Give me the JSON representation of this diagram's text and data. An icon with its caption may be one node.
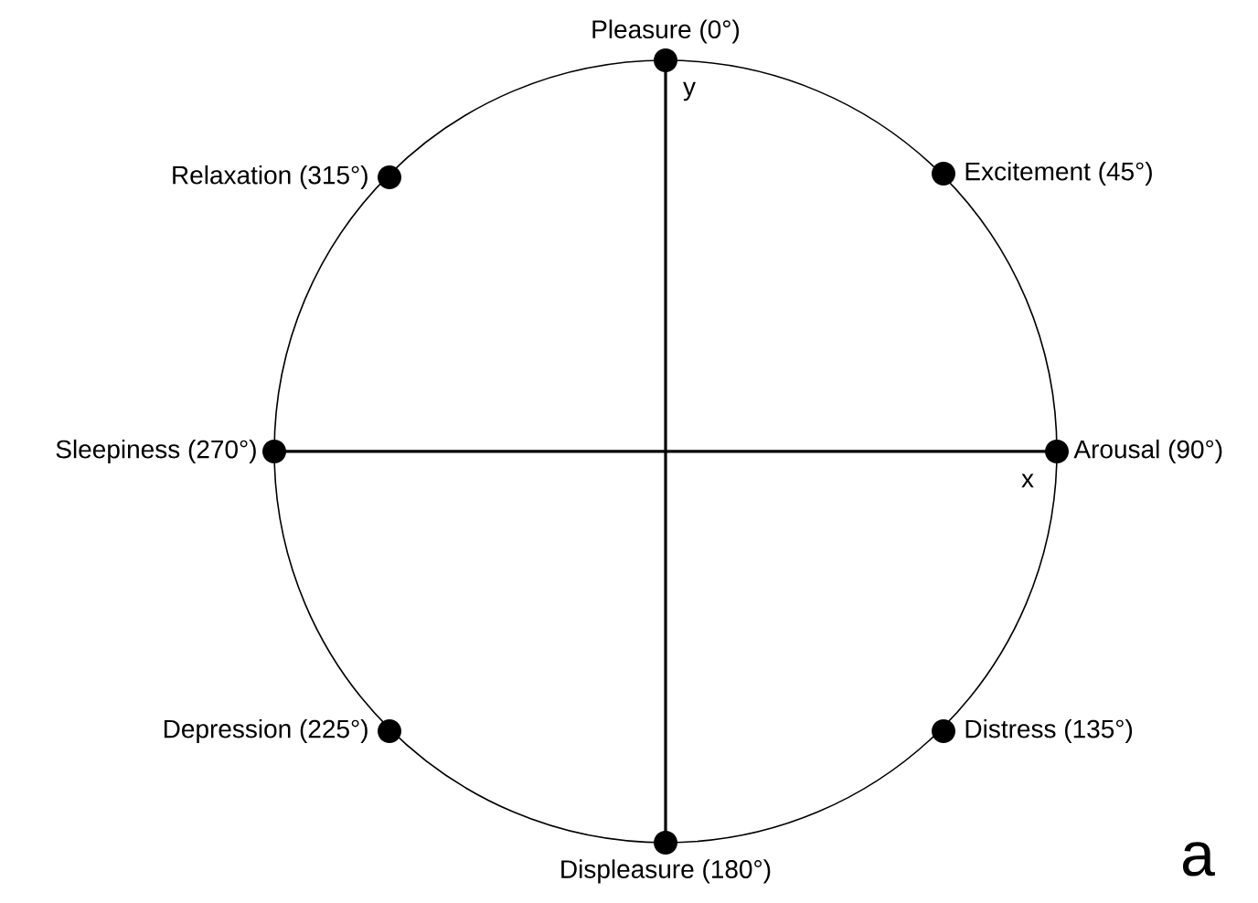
{
  "diagram": {
    "nodes": [
      {
        "text": [
          "Pleasure (0°)"
        ]
      },
      {
        "text": [
          "Relaxation (315°)"
        ]
      },
      {
        "text": [
          "Excitement (45°)"
        ]
      },
      {
        "text": [
          "Sleepiness (270°)"
        ]
      },
      {
        "text": [
          "Arousal (90°)"
        ]
      },
      {
        "text": [
          "Depression (225°)"
        ]
      },
      {
        "text": [
          "Distress (135°)"
        ]
      },
      {
        "text": [
          "Displeasure (180°)"
        ]
      }
    ],
    "labels": [
      "y",
      "x",
      "a"
    ]
  }
}
